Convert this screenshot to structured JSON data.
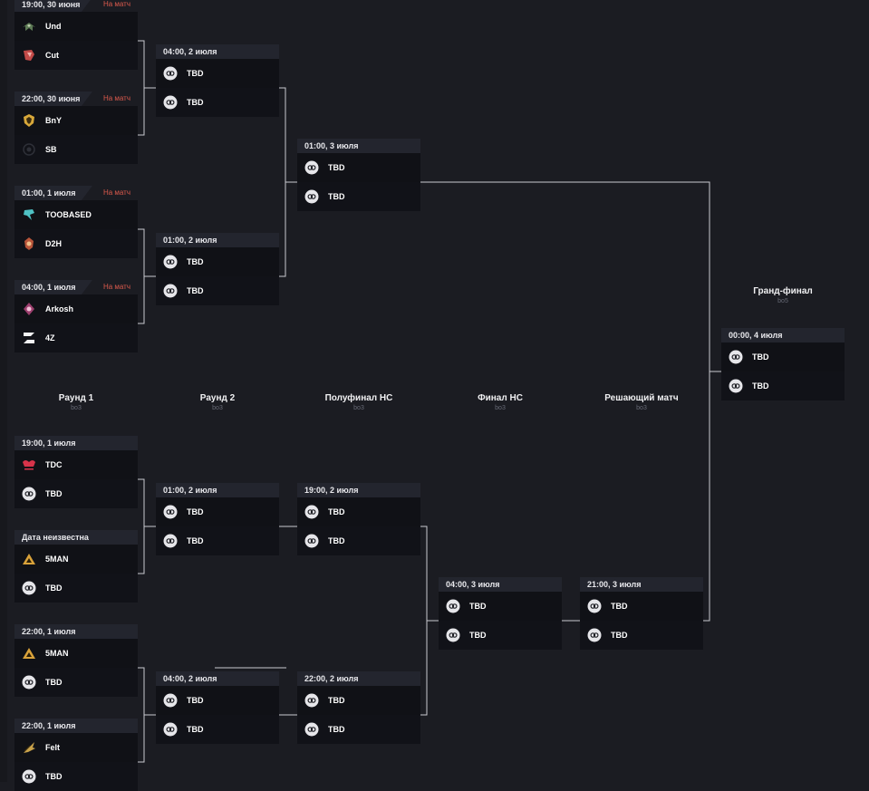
{
  "brand": {
    "accent_live": "#d9594c",
    "header_bg": "#23252e",
    "row_bg": "#101116",
    "page_bg": "#1b1c22"
  },
  "rounds": [
    {
      "name": "Раунд 1",
      "format": "bo3"
    },
    {
      "name": "Раунд 2",
      "format": "bo3"
    },
    {
      "name": "Полуфинал НС",
      "format": "bo3"
    },
    {
      "name": "Финал НС",
      "format": "bo3"
    },
    {
      "name": "Решающий матч",
      "format": "bo3"
    },
    {
      "name": "Гранд-финал",
      "format": "bo5"
    }
  ],
  "matches": [
    {
      "id": "u1m1",
      "datetime": "19:00, 30 июня",
      "live": "На матч",
      "teams": [
        {
          "name": "Und",
          "logo": "und-logo-icon"
        },
        {
          "name": "Cut",
          "logo": "cut-logo-icon"
        }
      ]
    },
    {
      "id": "u1m2",
      "datetime": "22:00, 30 июня",
      "live": "На матч",
      "teams": [
        {
          "name": "BnY",
          "logo": "bny-logo-icon"
        },
        {
          "name": "SB",
          "logo": "sb-logo-icon"
        }
      ]
    },
    {
      "id": "u1m3",
      "datetime": "01:00, 1 июля",
      "live": "На матч",
      "teams": [
        {
          "name": "TOOBASED",
          "logo": "toobased-logo-icon"
        },
        {
          "name": "D2H",
          "logo": "d2h-logo-icon"
        }
      ]
    },
    {
      "id": "u1m4",
      "datetime": "04:00, 1 июля",
      "live": "На матч",
      "teams": [
        {
          "name": "Arkosh",
          "logo": "arkosh-logo-icon"
        },
        {
          "name": "4Z",
          "logo": "4z-logo-icon"
        }
      ]
    },
    {
      "id": "u2m1",
      "datetime": "04:00, 2 июля",
      "teams": [
        {
          "name": "TBD",
          "logo": "tbd-logo-icon"
        },
        {
          "name": "TBD",
          "logo": "tbd-logo-icon"
        }
      ]
    },
    {
      "id": "u2m2",
      "datetime": "01:00, 2 июля",
      "teams": [
        {
          "name": "TBD",
          "logo": "tbd-logo-icon"
        },
        {
          "name": "TBD",
          "logo": "tbd-logo-icon"
        }
      ]
    },
    {
      "id": "u3m1",
      "datetime": "01:00, 3 июля",
      "teams": [
        {
          "name": "TBD",
          "logo": "tbd-logo-icon"
        },
        {
          "name": "TBD",
          "logo": "tbd-logo-icon"
        }
      ]
    },
    {
      "id": "gf",
      "datetime": "00:00, 4 июля",
      "teams": [
        {
          "name": "TBD",
          "logo": "tbd-logo-icon"
        },
        {
          "name": "TBD",
          "logo": "tbd-logo-icon"
        }
      ]
    },
    {
      "id": "l1m1",
      "datetime": "19:00, 1 июля",
      "teams": [
        {
          "name": "TDC",
          "logo": "tdc-logo-icon"
        },
        {
          "name": "TBD",
          "logo": "tbd-logo-icon"
        }
      ]
    },
    {
      "id": "l1m2",
      "datetime": "Дата неизвестна",
      "teams": [
        {
          "name": "5MAN",
          "logo": "5man-logo-icon"
        },
        {
          "name": "TBD",
          "logo": "tbd-logo-icon"
        }
      ]
    },
    {
      "id": "l1m3",
      "datetime": "22:00, 1 июля",
      "teams": [
        {
          "name": "5MAN",
          "logo": "5man-logo-icon"
        },
        {
          "name": "TBD",
          "logo": "tbd-logo-icon"
        }
      ]
    },
    {
      "id": "l1m4",
      "datetime": "22:00, 1 июля",
      "teams": [
        {
          "name": "Felt",
          "logo": "felt-logo-icon"
        },
        {
          "name": "TBD",
          "logo": "tbd-logo-icon"
        }
      ]
    },
    {
      "id": "l2m1",
      "datetime": "01:00, 2 июля",
      "teams": [
        {
          "name": "TBD",
          "logo": "tbd-logo-icon"
        },
        {
          "name": "TBD",
          "logo": "tbd-logo-icon"
        }
      ]
    },
    {
      "id": "l2m2",
      "datetime": "04:00, 2 июля",
      "teams": [
        {
          "name": "TBD",
          "logo": "tbd-logo-icon"
        },
        {
          "name": "TBD",
          "logo": "tbd-logo-icon"
        }
      ]
    },
    {
      "id": "l3m1",
      "datetime": "19:00, 2 июля",
      "teams": [
        {
          "name": "TBD",
          "logo": "tbd-logo-icon"
        },
        {
          "name": "TBD",
          "logo": "tbd-logo-icon"
        }
      ]
    },
    {
      "id": "l3m2",
      "datetime": "22:00, 2 июля",
      "teams": [
        {
          "name": "TBD",
          "logo": "tbd-logo-icon"
        },
        {
          "name": "TBD",
          "logo": "tbd-logo-icon"
        }
      ]
    },
    {
      "id": "l4m1",
      "datetime": "04:00, 3 июля",
      "teams": [
        {
          "name": "TBD",
          "logo": "tbd-logo-icon"
        },
        {
          "name": "TBD",
          "logo": "tbd-logo-icon"
        }
      ]
    },
    {
      "id": "l5m1",
      "datetime": "21:00, 3 июля",
      "teams": [
        {
          "name": "TBD",
          "logo": "tbd-logo-icon"
        },
        {
          "name": "TBD",
          "logo": "tbd-logo-icon"
        }
      ]
    }
  ]
}
